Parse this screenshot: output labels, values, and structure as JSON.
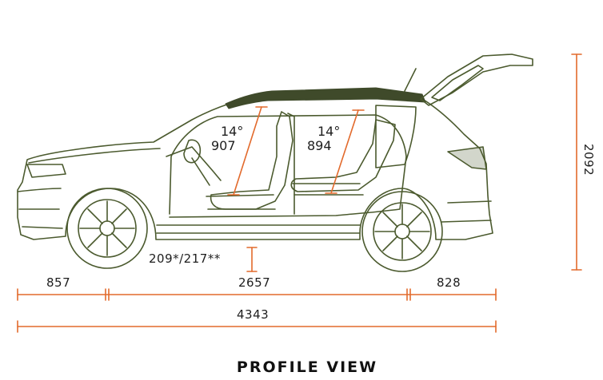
{
  "colors": {
    "outline": "#4b5a2e",
    "roof": "#3f4a2a",
    "dimension": "#e26a2c",
    "text": "#1e1e1e"
  },
  "title": "PROFILE VIEW",
  "dimensions": {
    "front_overhang": "857",
    "wheelbase": "2657",
    "rear_overhang": "828",
    "overall_length": "4343",
    "overall_height": "2092",
    "ground_clearance": "209*/217**"
  },
  "seat_front": {
    "angle": "14°",
    "height": "907"
  },
  "seat_rear": {
    "angle": "14°",
    "height": "894"
  }
}
